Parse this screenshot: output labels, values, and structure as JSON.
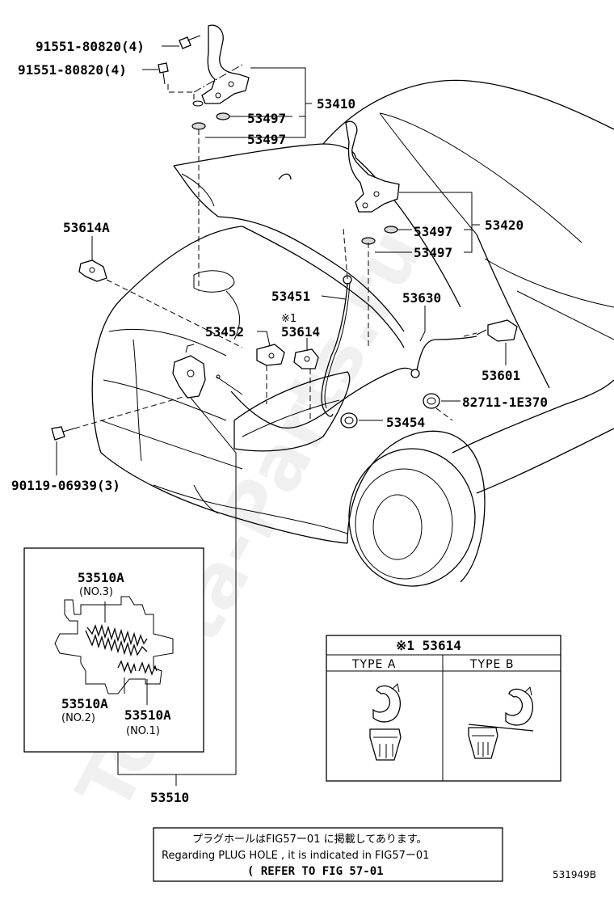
{
  "diagram": {
    "watermark": "Toyota-Parts.ru",
    "labels": {
      "bolt_upper": "91551-80820(4)",
      "bolt_lower": "91551-80820(4)",
      "hinge_lh": "53410",
      "bushing_1": "53497",
      "bushing_2": "53497",
      "hinge_rh": "53420",
      "bushing_3": "53497",
      "bushing_4": "53497",
      "clamp": "53614A",
      "support_rod": "53451",
      "cable": "53630",
      "lock_bracket": "53452",
      "note_mark": "※1",
      "clamp_rod": "53614",
      "release_lever": "53601",
      "grommet": "82711-1E370",
      "cushion": "53454",
      "screw": "90119-06939(3)",
      "lock_asm": "53510",
      "spring_no3": "53510A",
      "no3": "(NO.3)",
      "spring_no2": "53510A",
      "no2": "(NO.2)",
      "spring_no1": "53510A",
      "no1": "(NO.1)"
    },
    "type_table": {
      "title": "※1 53614",
      "col_a": "TYPE A",
      "col_b": "TYPE B"
    },
    "note": {
      "line1": "プラグホールはFIG57ー01 に掲載してあります。",
      "line2": "Regarding PLUG HOLE , it is indicated in FIG57ー01",
      "line3": "( REFER TO FIG 57-01"
    },
    "figure_id": "531949B"
  }
}
